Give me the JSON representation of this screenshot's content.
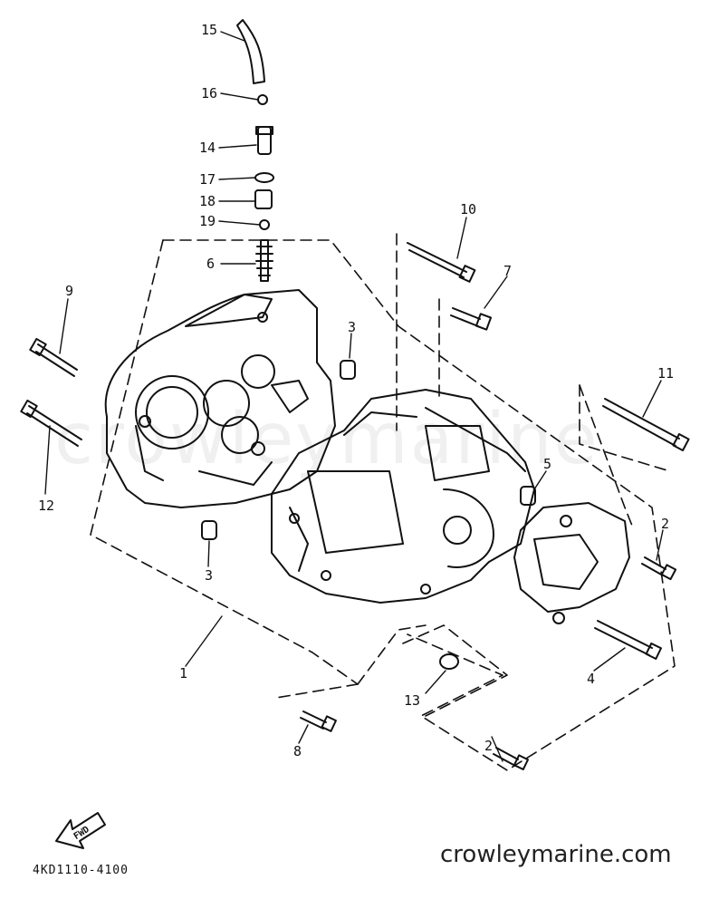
{
  "diagram": {
    "part_labels": {
      "p1": "1",
      "p2a": "2",
      "p2b": "2",
      "p3a": "3",
      "p3b": "3",
      "p4": "4",
      "p5": "5",
      "p6": "6",
      "p7": "7",
      "p8": "8",
      "p9": "9",
      "p10": "10",
      "p11": "11",
      "p12": "12",
      "p13": "13",
      "p14": "14",
      "p15": "15",
      "p16": "16",
      "p17": "17",
      "p18": "18",
      "p19": "19"
    },
    "fwd_label": "FWD",
    "diagram_code": "4KD1110-4100",
    "website": "crowleymarine.com",
    "watermark": "crowleymarine"
  },
  "colors": {
    "line": "#111111",
    "watermark": "#e6e6e6"
  },
  "icons": {
    "fwd": "fwd-arrow-icon"
  }
}
